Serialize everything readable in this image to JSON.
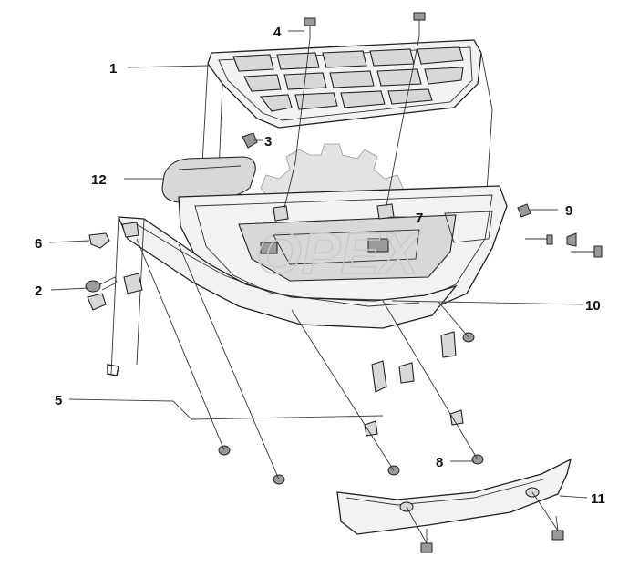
{
  "callouts": {
    "c1": "1",
    "c2": "2",
    "c3": "3",
    "c4": "4",
    "c5": "5",
    "c6": "6",
    "c7": "7",
    "c8": "8",
    "c9": "9",
    "c10": "10",
    "c11": "11",
    "c12": "12"
  },
  "watermark": "OPEX",
  "colors": {
    "line": "#222222",
    "part_fill": "#f2f2f2",
    "hardware": "#9a9a9a",
    "watermark": "#d0d0d0"
  }
}
